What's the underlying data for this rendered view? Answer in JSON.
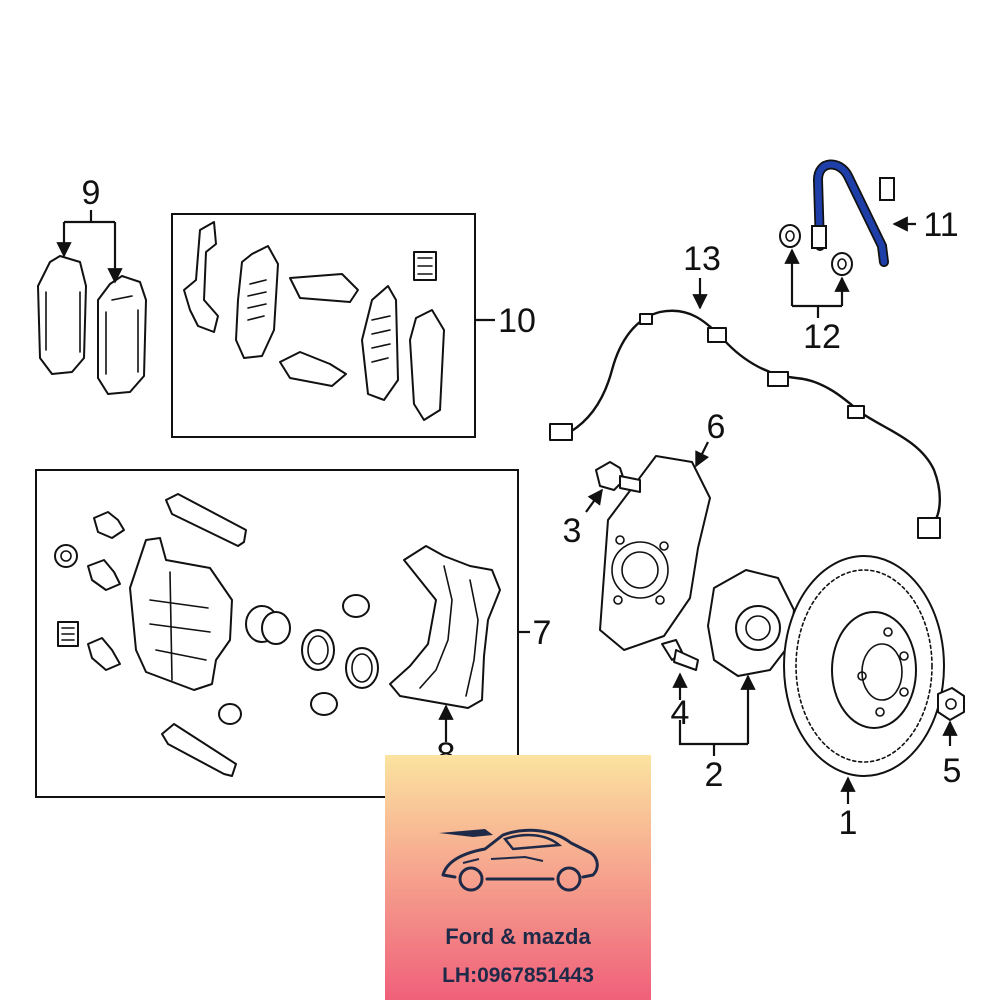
{
  "diagram": {
    "callouts": {
      "n1": "1",
      "n2": "2",
      "n3": "3",
      "n4": "4",
      "n5": "5",
      "n6": "6",
      "n7": "7",
      "n8": "8",
      "n9": "9",
      "n10": "10",
      "n11": "11",
      "n12": "12",
      "n13": "13"
    },
    "highlight_color": "#1e3fa8"
  },
  "badge": {
    "line1": "Ford & mazda",
    "line2": "LH:0967851443",
    "gradient_top": "#fbe3a0",
    "gradient_bottom": "#f0607a",
    "icon": "sports-car-icon"
  }
}
